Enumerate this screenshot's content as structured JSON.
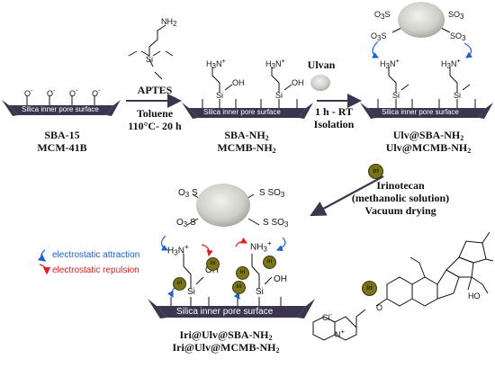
{
  "surface_text": "Silica inner pore surface",
  "labels": {
    "start_line1": "SBA-15",
    "start_line2": "MCM-41B",
    "reagent1": "APTES",
    "cond1_solvent": "Toluene",
    "cond1_temp": "110°C- 20 h",
    "mid_line1": "SBA-NH2",
    "mid_line2": "MCMB-NH2",
    "reagent2": "Ulvan",
    "cond2_time": "1 h - RT",
    "cond2_step": "Isolation",
    "ulv_line1": "Ulv@SBA-NH2",
    "ulv_line2": "Ulv@MCMB-NH2",
    "drug_name": "Irinotecan",
    "drug_solution": "(methanolic solution)",
    "drug_step": "Vacuum drying",
    "final_line1": "Iri@Ulv@SBA-NH2",
    "final_line2": "Iri@Ulv@MCMB-NH2"
  },
  "legend": {
    "attraction": "electrostatic attraction",
    "repulsion": "electrostatic repulsion"
  },
  "badge_text": "iri",
  "colors": {
    "surface": "#3b3550",
    "attraction": "#1f5fd6",
    "repulsion": "#e02020",
    "iri_badge": "#7a7418",
    "arrow": "#3b3550"
  }
}
